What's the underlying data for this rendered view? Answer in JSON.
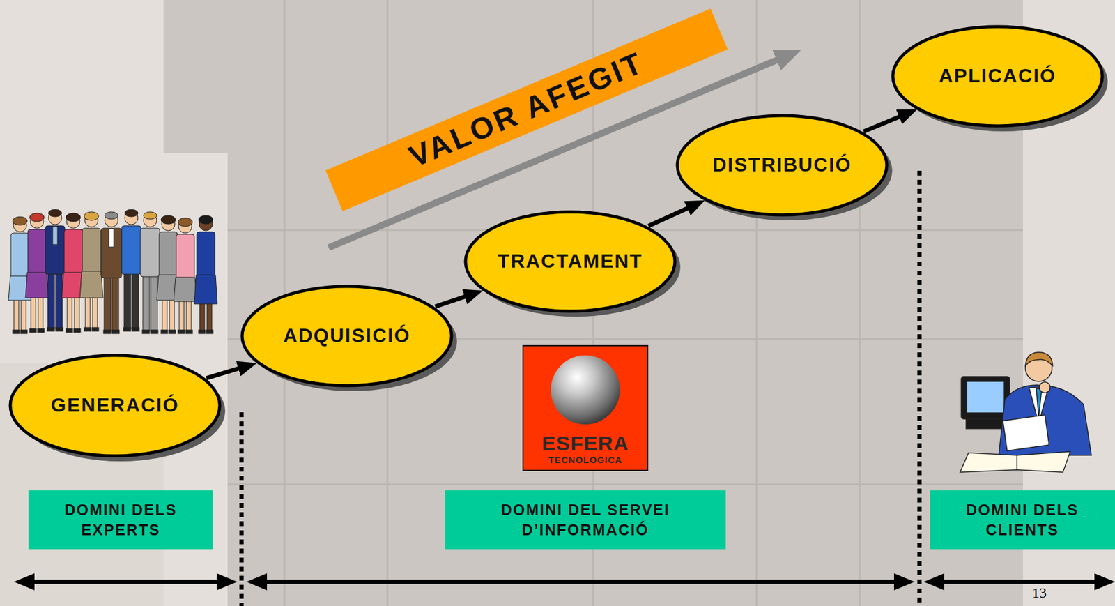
{
  "diagram": {
    "nodes": [
      {
        "text": [
          "GENERACIÓ"
        ]
      },
      {
        "text": [
          "ADQUISICIÓ"
        ]
      },
      {
        "text": [
          "TRACTAMENT"
        ]
      },
      {
        "text": [
          "DISTRIBUCIÓ"
        ]
      },
      {
        "text": [
          "APLICACIÓ"
        ]
      },
      {
        "text": [
          "VALOR AFEGIT"
        ]
      },
      {
        "text": [
          "ESFERA",
          "TECNOLOGICA"
        ]
      },
      {
        "text": [
          "DOMINI DELS EXPERTS"
        ]
      },
      {
        "text": [
          "DOMINI DEL SERVEI D’INFORMACIÓ"
        ]
      },
      {
        "text": [
          "DOMINI DELS CLIENTS"
        ]
      }
    ],
    "edges": [
      {
        "from": 0,
        "to": 1,
        "arrow": "to"
      },
      {
        "from": 1,
        "to": 2,
        "arrow": "to"
      },
      {
        "from": 2,
        "to": 3,
        "arrow": "to"
      },
      {
        "from": 3,
        "to": 4,
        "arrow": "to"
      }
    ],
    "labels": [
      "13"
    ]
  }
}
